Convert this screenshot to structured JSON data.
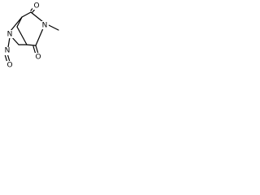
{
  "molecule": {
    "atoms": {
      "o_top": "O",
      "n_ring": "N",
      "methyl": "",
      "n_bridge": "N",
      "n_nitroso": "N",
      "o_nitroso": "O",
      "o_bottom": "O"
    },
    "colors": {
      "bond": "#000000",
      "label": "#000000",
      "background": "#ffffff"
    }
  }
}
